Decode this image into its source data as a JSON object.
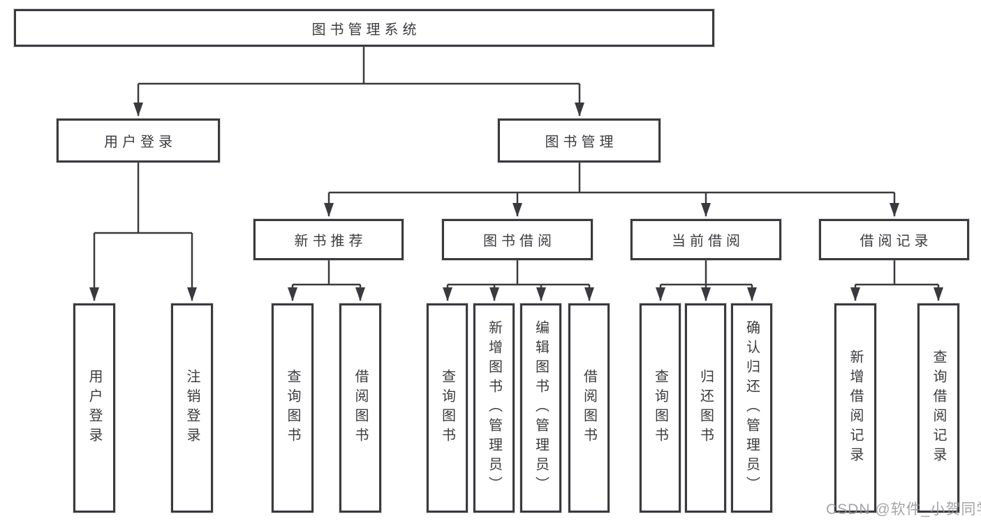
{
  "diagram": {
    "title": "图书管理系统",
    "root": {
      "label": "图书管理系统"
    },
    "level2": {
      "user_login": {
        "label": "用户登录"
      },
      "book_management": {
        "label": "图书管理"
      }
    },
    "level3": {
      "new_book_recommend": {
        "label": "新书推荐"
      },
      "book_borrowing": {
        "label": "图书借阅"
      },
      "current_borrowing": {
        "label": "当前借阅"
      },
      "borrowing_records": {
        "label": "借阅记录"
      }
    },
    "leaves": {
      "user_login": [
        "用户登录",
        "注销登录"
      ],
      "new_book_recommend": [
        "查询图书",
        "借阅图书"
      ],
      "book_borrowing": [
        "查询图书",
        "新增图书（管理员）",
        "编辑图书（管理员）",
        "借阅图书"
      ],
      "current_borrowing": [
        "查询图书",
        "归还图书",
        "确认归还（管理员）"
      ],
      "borrowing_records": [
        "新增借阅记录",
        "查询借阅记录"
      ]
    }
  },
  "watermark": "CSDN @软件_小贺同学",
  "colors": {
    "line": "#3a3a3e",
    "box_border": "#3a3a3e",
    "text": "#3c3c40",
    "watermark": "#949496",
    "background": "#ffffff"
  }
}
